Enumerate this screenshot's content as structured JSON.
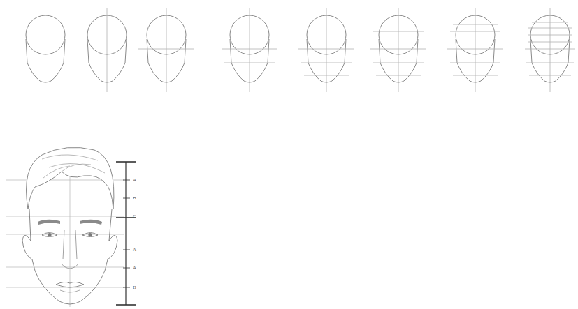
{
  "diagram": {
    "labels": [
      "A",
      "B",
      "C",
      "A",
      "A",
      "B"
    ]
  }
}
